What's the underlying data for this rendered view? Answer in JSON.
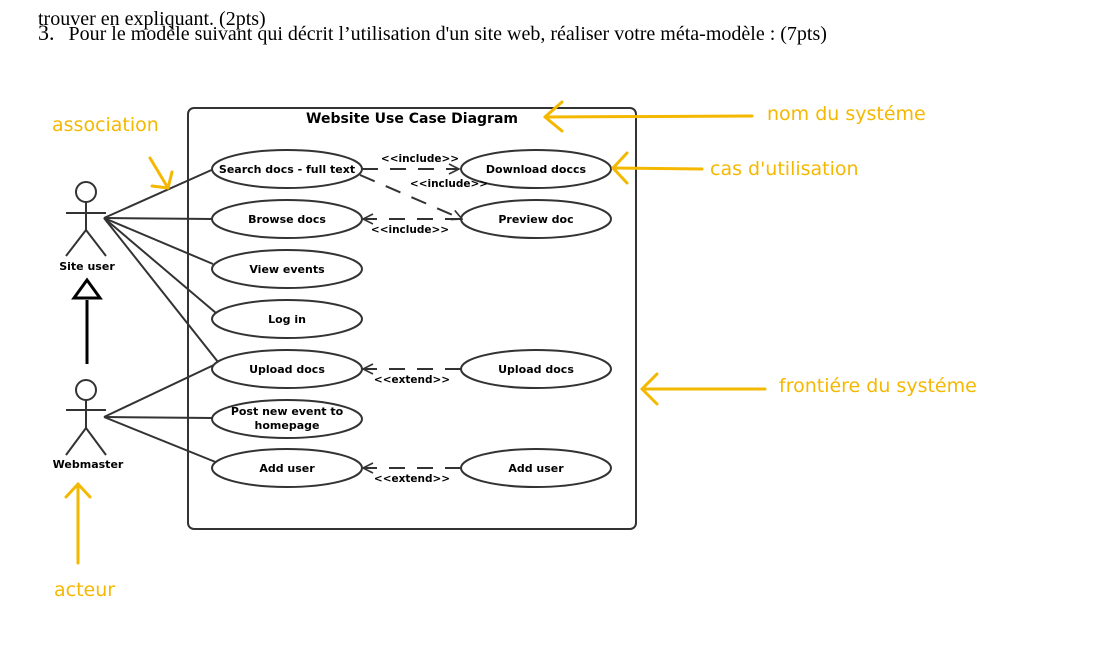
{
  "question": {
    "cut_text": "trouver en expliquant. (2pts)",
    "number": "3.",
    "text": "Pour le modèle suivant qui décrit l’utilisation d'un site web, réaliser votre méta-modèle : (7pts)"
  },
  "diagram": {
    "title": "Website Use Case Diagram",
    "actors": {
      "site_user": "Site user",
      "webmaster": "Webmaster"
    },
    "use_cases": {
      "search_docs": "Search docs - full text",
      "download_docs": "Download doccs",
      "browse_docs": "Browse docs",
      "preview_doc": "Preview doc",
      "view_events": "View events",
      "log_in": "Log in",
      "upload_docs": "Upload docs",
      "upload_docs_ext": "Upload docs",
      "post_event_line1": "Post new event to",
      "post_event_line2": "homepage",
      "add_user": "Add user",
      "add_user_ext": "Add user"
    },
    "relations": {
      "include_1": "<<include>>",
      "include_2": "<<include>>",
      "include_3": "<<include>>",
      "extend_1": "<<extend>>",
      "extend_2": "<<extend>>"
    }
  },
  "annotations": {
    "system_name": "nom du systéme",
    "use_case": "cas d'utilisation",
    "association": "association",
    "system_boundary": "frontiére du systéme",
    "actor": "acteur",
    "color": "#f5b800"
  }
}
